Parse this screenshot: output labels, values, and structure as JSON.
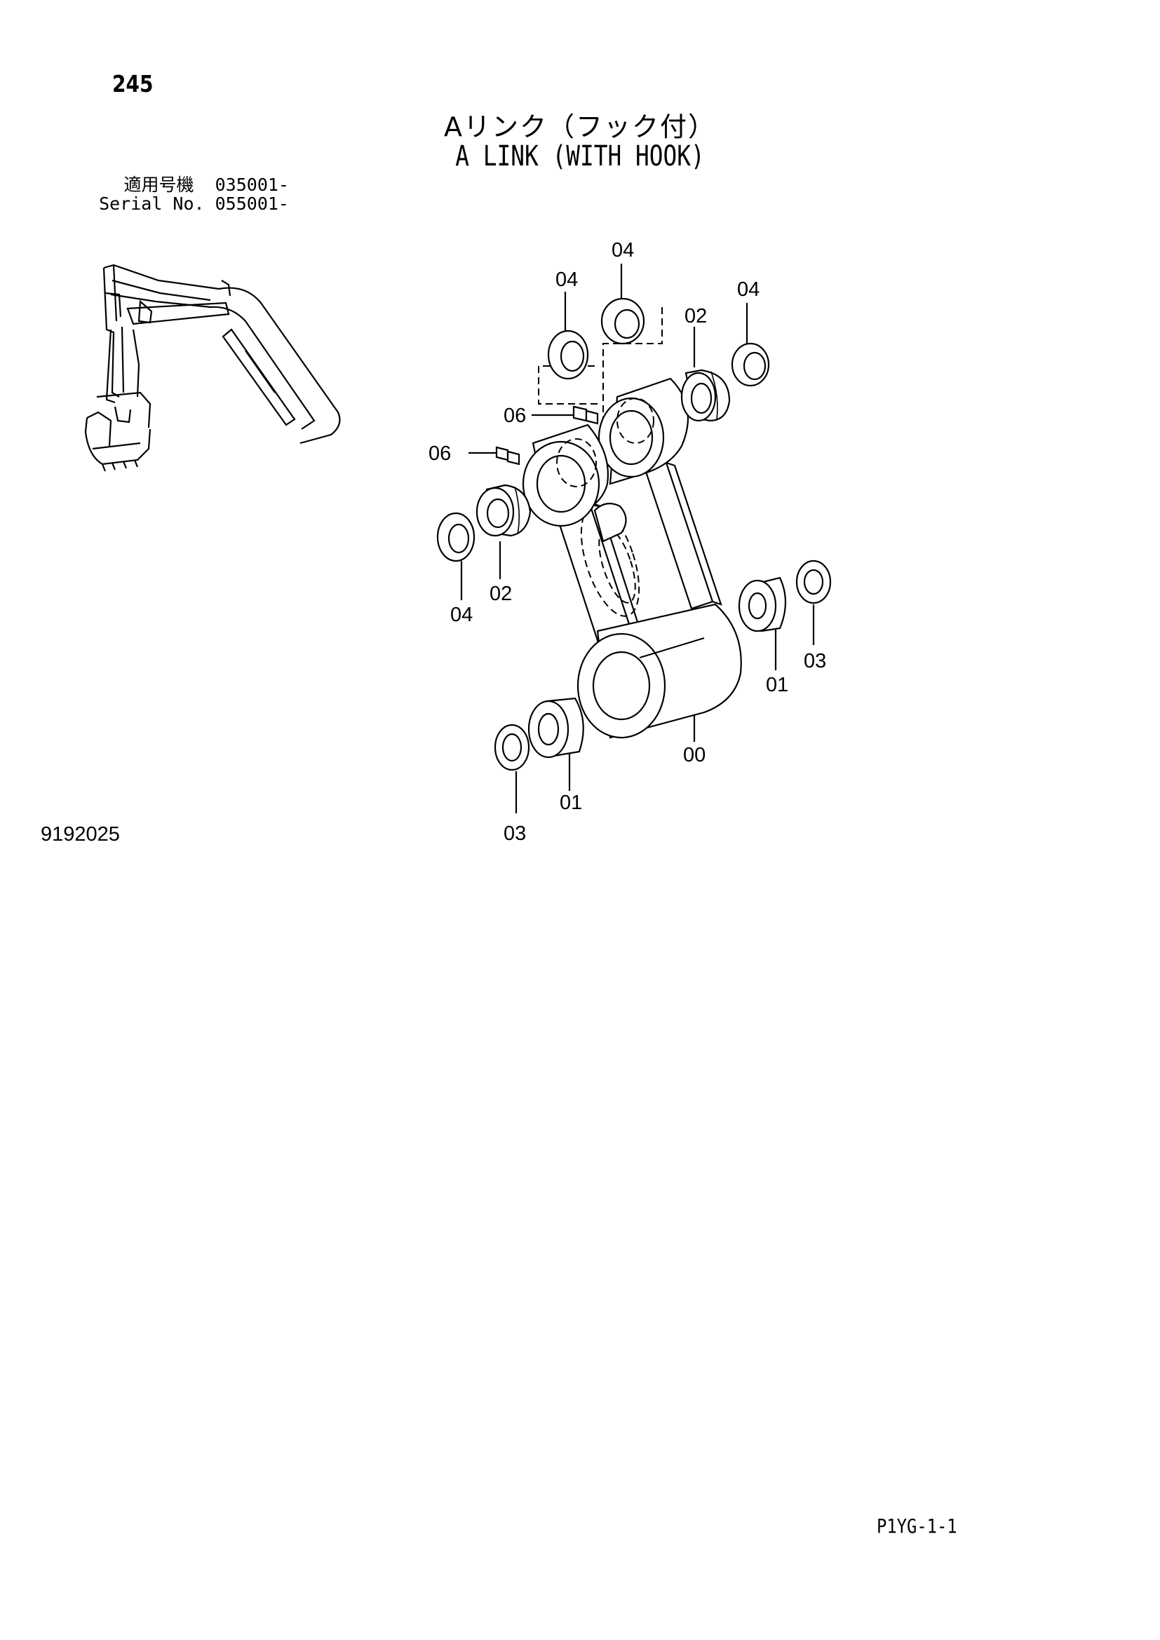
{
  "page": {
    "number": "245",
    "title_jp": "Aリンク（フック付）",
    "title_en": "A LINK (WITH HOOK)",
    "serial_line1": "適用号機  035001-",
    "serial_line2": "Serial No. 055001-",
    "figure_ref": "9192025",
    "footer_code": "P1YG-1-1"
  },
  "callouts": {
    "c04_top": "04",
    "c04_left_upper": "04",
    "c04_right": "04",
    "c02_upper": "02",
    "c06_upper": "06",
    "c06_left": "06",
    "c04_left_lower": "04",
    "c02_lower": "02",
    "c03_right": "03",
    "c01_right": "01",
    "c00": "00",
    "c01_lower": "01",
    "c03_lower": "03"
  }
}
